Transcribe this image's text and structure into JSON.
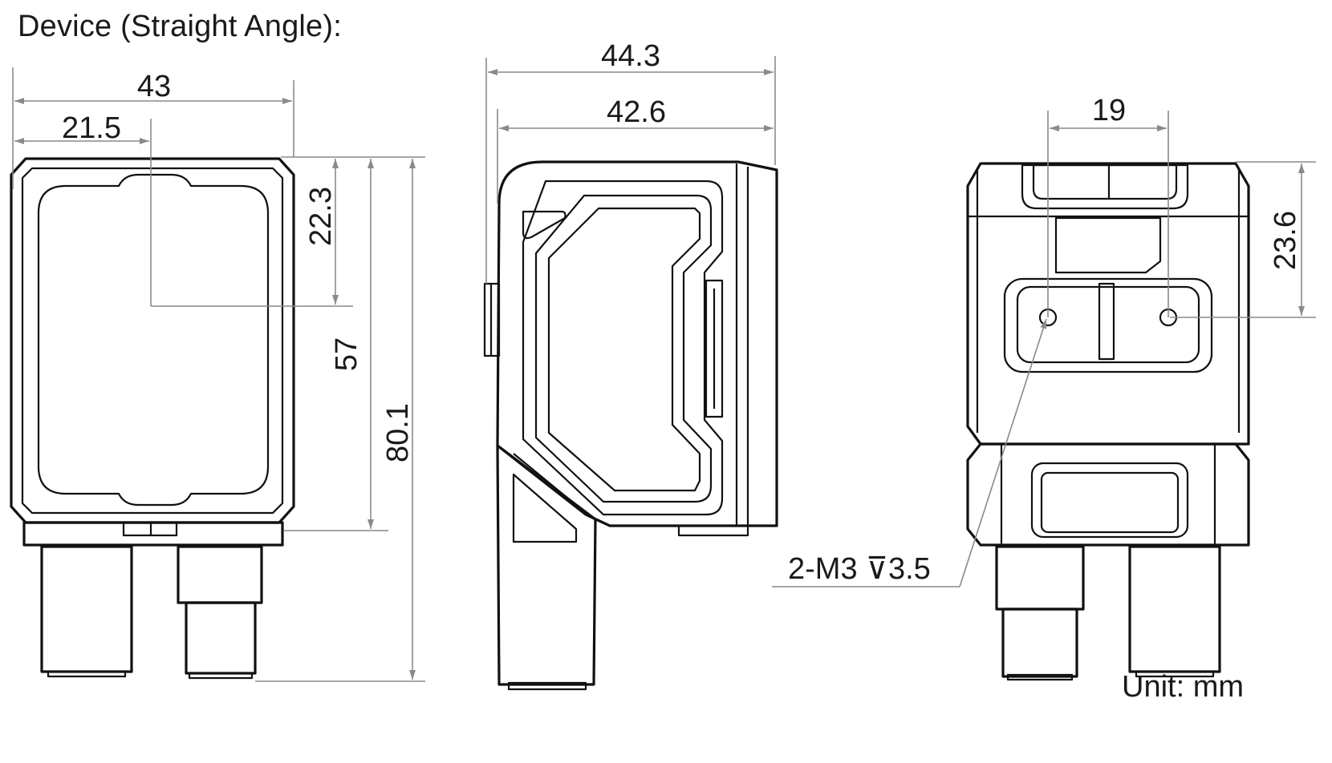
{
  "title": "Device (Straight Angle):",
  "unit_label": "Unit: mm",
  "dimensions": {
    "front_width": "43",
    "front_half_width": "21.5",
    "front_center_height": "22.3",
    "front_body_height": "57",
    "front_total_height": "80.1",
    "side_overall_depth": "44.3",
    "side_body_depth": "42.6",
    "rear_hole_spacing": "19",
    "rear_hole_height": "23.6",
    "rear_thread_callout": "2-M3 ⊽3.5"
  }
}
